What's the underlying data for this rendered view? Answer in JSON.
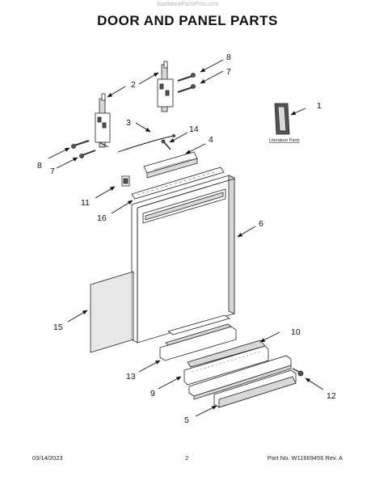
{
  "header": {
    "watermark": "AppliancePartsPros.com",
    "title": "DOOR AND PANEL PARTS"
  },
  "diagram": {
    "literature_label": "Literature Parts",
    "callouts": {
      "c1": "1",
      "c2": "2",
      "c3": "3",
      "c4": "4",
      "c5": "5",
      "c6": "6",
      "c7_right": "7",
      "c7_left": "7",
      "c8_right": "8",
      "c8_left": "8",
      "c9": "9",
      "c10": "10",
      "c11": "11",
      "c12": "12",
      "c13": "13",
      "c14": "14",
      "c15": "15",
      "c16": "16"
    }
  },
  "footer": {
    "date": "03/14/2023",
    "page": "2",
    "part_label": "Part No. W11669456  Rev. A"
  }
}
